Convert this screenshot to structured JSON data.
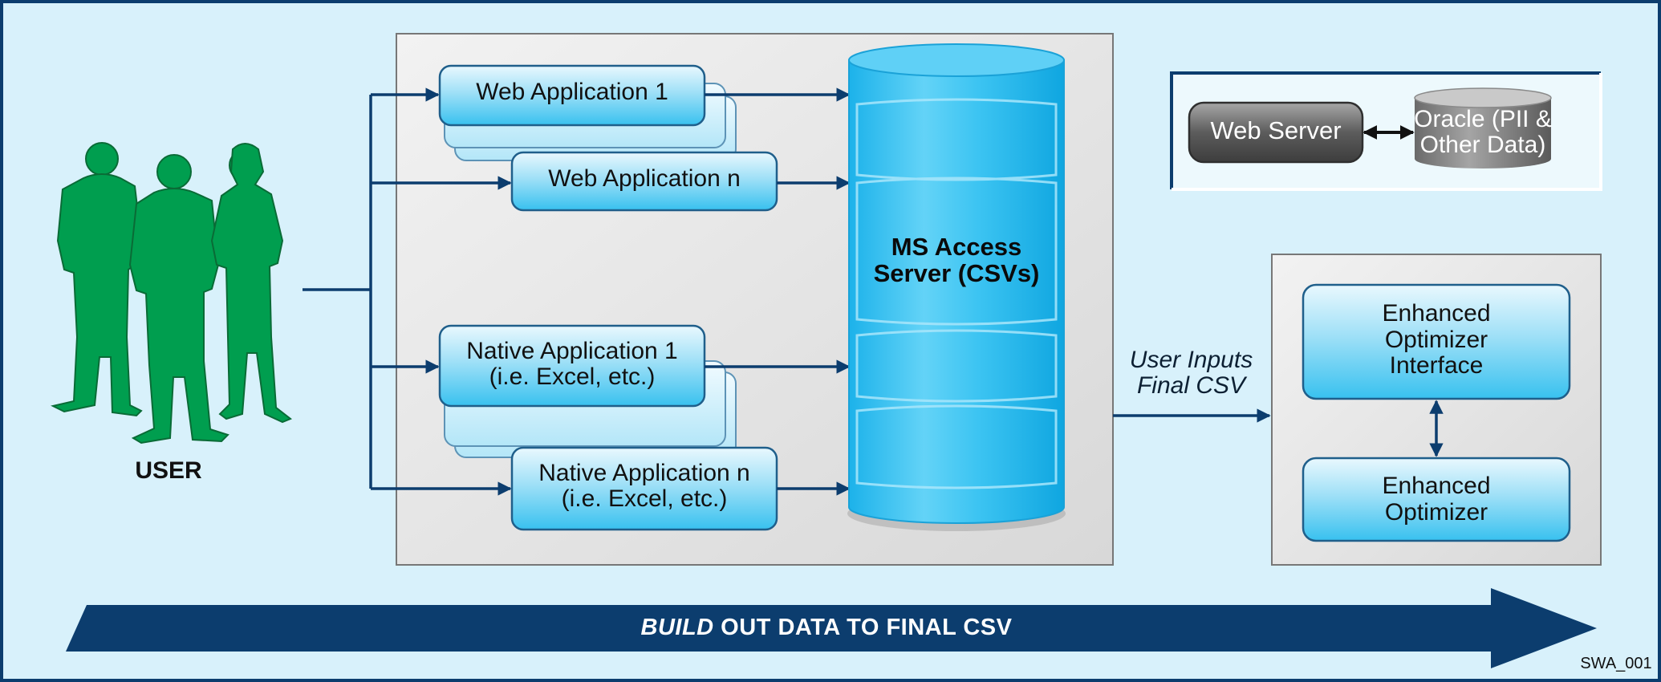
{
  "diagram": {
    "user_label": "USER",
    "apps": {
      "web_1": "Web Application 1",
      "web_n": "Web Application n",
      "native_1": [
        "Native Application 1",
        "(i.e. Excel, etc.)"
      ],
      "native_n": [
        "Native Application n",
        "(i.e. Excel, etc.)"
      ]
    },
    "database": [
      "MS Access",
      "Server (CSVs)"
    ],
    "transfer_note": [
      "User Inputs",
      "Final CSV"
    ],
    "optimizer_interface": [
      "Enhanced",
      "Optimizer",
      "Interface"
    ],
    "optimizer": [
      "Enhanced",
      "Optimizer"
    ],
    "web_server": "Web Server",
    "oracle": [
      "Oracle (PII &",
      "Other Data)"
    ],
    "banner": {
      "emphasis": "BUILD",
      "rest": " OUT DATA TO FINAL CSV"
    },
    "figure_code": "SWA_001"
  },
  "colors": {
    "background": "#d8f1fb",
    "frame": "#0c3d6e",
    "panel": "#e3e3e3",
    "box_fill": "#7ed6f5",
    "cylinder": "#2cbcef",
    "arrow": "#0c3d6e",
    "people": "#009e4f",
    "dark_button": "#6b6b6b"
  }
}
